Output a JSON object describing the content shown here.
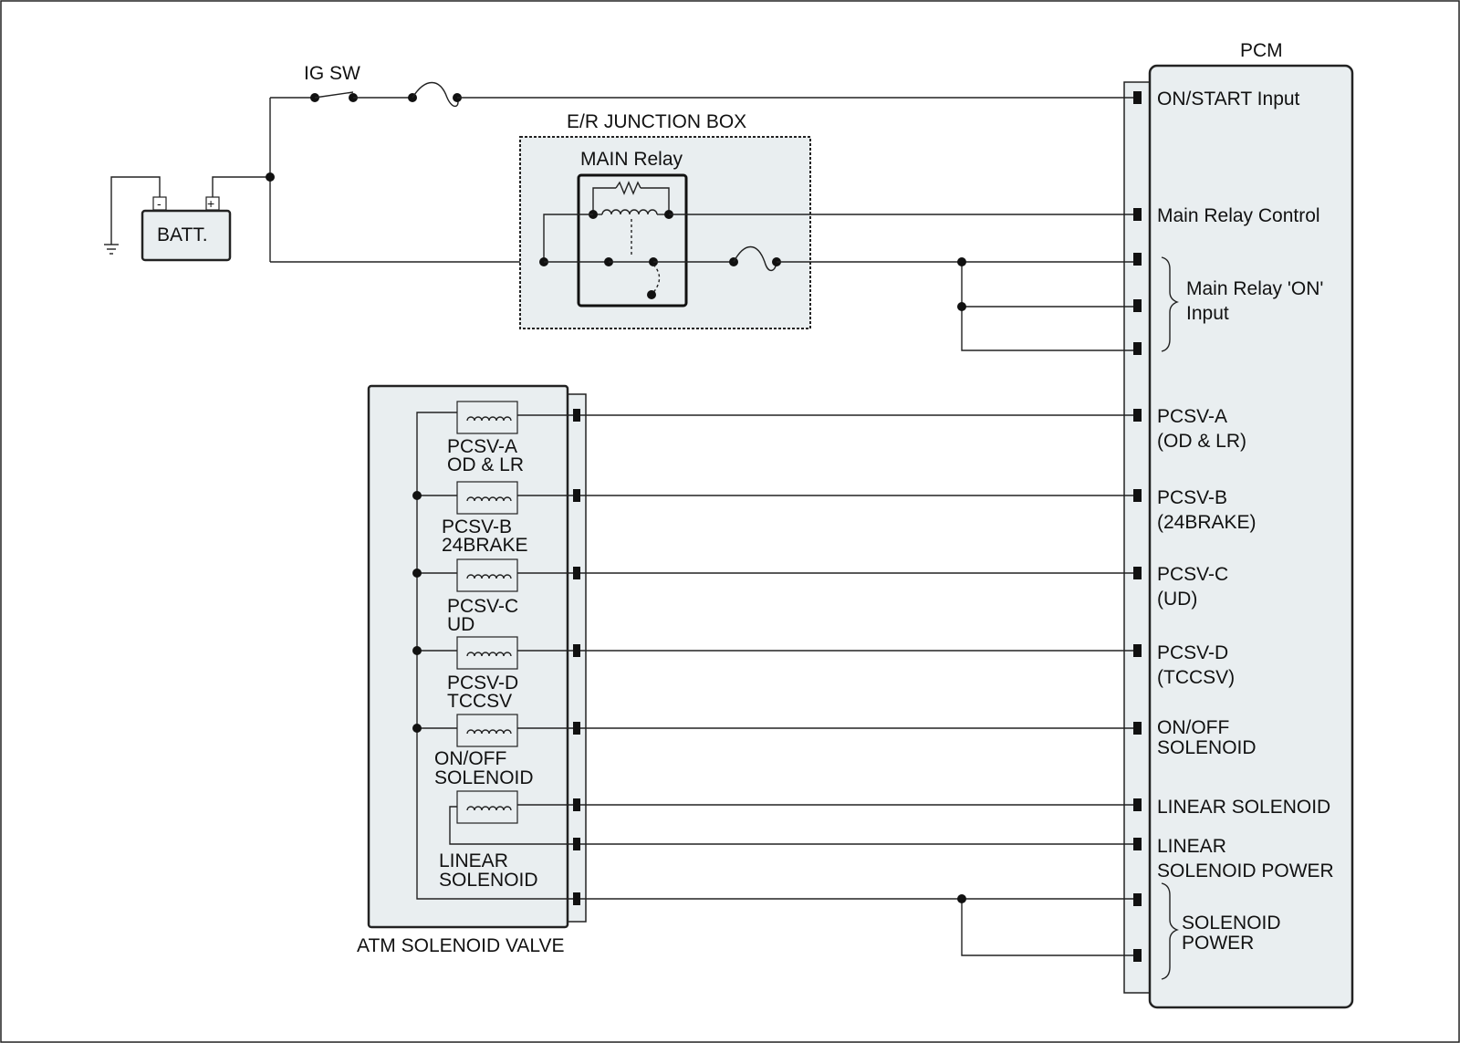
{
  "title_pcm": "PCM",
  "ig_sw": "IG SW",
  "junction_box": "E/R JUNCTION BOX",
  "main_relay": "MAIN Relay",
  "battery": "BATT.",
  "battery_neg": "-",
  "battery_pos": "+",
  "atm_valve": "ATM SOLENOID VALVE",
  "pcm_pins": {
    "on_start": "ON/START Input",
    "main_relay_control": "Main Relay Control",
    "main_relay_on_1": "Main Relay 'ON'",
    "main_relay_on_2": "Input",
    "pcsv_a_1": "PCSV-A",
    "pcsv_a_2": "(OD & LR)",
    "pcsv_b_1": "PCSV-B",
    "pcsv_b_2": "(24BRAKE)",
    "pcsv_c_1": "PCSV-C",
    "pcsv_c_2": "(UD)",
    "pcsv_d_1": "PCSV-D",
    "pcsv_d_2": "(TCCSV)",
    "onoff_1": "ON/OFF",
    "onoff_2": "SOLENOID",
    "linear_sol": "LINEAR SOLENOID",
    "linear_pwr_1": "LINEAR",
    "linear_pwr_2": "SOLENOID POWER",
    "sol_power_1": "SOLENOID",
    "sol_power_2": "POWER"
  },
  "valves": {
    "pcsv_a_1": "PCSV-A",
    "pcsv_a_2": "OD & LR",
    "pcsv_b_1": "PCSV-B",
    "pcsv_b_2": "24BRAKE",
    "pcsv_c_1": "PCSV-C",
    "pcsv_c_2": "UD",
    "pcsv_d_1": "PCSV-D",
    "pcsv_d_2": "TCCSV",
    "onoff_1": "ON/OFF",
    "onoff_2": "SOLENOID",
    "linear_1": "LINEAR",
    "linear_2": "SOLENOID"
  }
}
